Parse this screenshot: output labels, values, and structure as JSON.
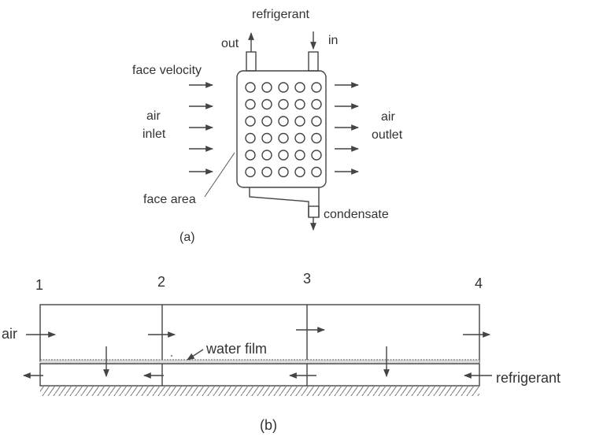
{
  "part_a": {
    "refrigerant": "refrigerant",
    "out": "out",
    "in": "in",
    "face_velocity": "face velocity",
    "air_inlet_line1": "air",
    "air_inlet_line2": "inlet",
    "air_outlet_line1": "air",
    "air_outlet_line2": "outlet",
    "face_area": "face area",
    "condensate": "condensate",
    "caption": "(a)"
  },
  "part_b": {
    "stations": [
      "1",
      "2",
      "3",
      "4"
    ],
    "air": "air",
    "water_film": "water film",
    "refrigerant": "refrigerant",
    "caption": "(b)"
  },
  "colors": {
    "line": "#444444",
    "text": "#333333"
  }
}
